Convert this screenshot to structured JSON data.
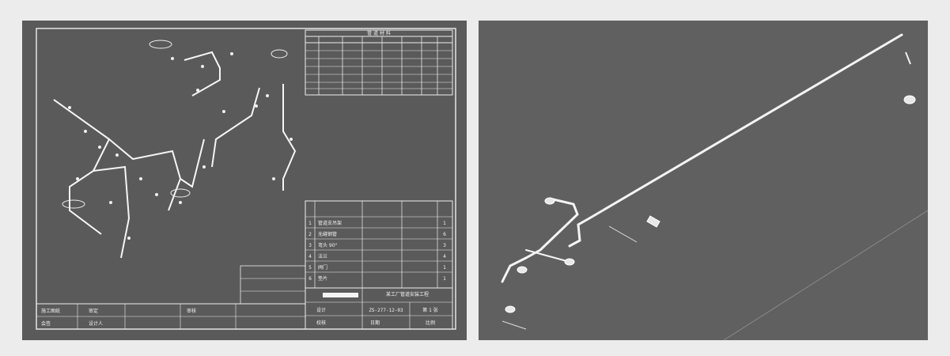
{
  "left_drawing": {
    "material_table_title": "管  道  材  料",
    "bom_rows": [
      {
        "no": "1",
        "desc": "管道支吊架",
        "qty": "1"
      },
      {
        "no": "2",
        "desc": "无缝钢管",
        "qty": "6"
      },
      {
        "no": "3",
        "desc": "弯头 90°",
        "qty": "3"
      },
      {
        "no": "4",
        "desc": "法兰",
        "qty": "4"
      },
      {
        "no": "5",
        "desc": "阀门",
        "qty": "1"
      },
      {
        "no": "6",
        "desc": "垫片",
        "qty": "1"
      }
    ],
    "title_block": {
      "project": "某工厂管道安装工程",
      "drawing_no": "ZS-277-12-03",
      "sheet": "第 1 张",
      "scale": "比例",
      "design_label": "设计",
      "check_label": "校核",
      "approve_label": "审核",
      "date_label": "日期"
    },
    "signature_block": {
      "left_top": "施工图纸",
      "left_bottom": "会签",
      "mid_top": "审定",
      "mid_bottom": "设计人"
    }
  },
  "colors": {
    "panel_bg": "#5a5a5a",
    "line": "#eeeeee",
    "page_bg": "#ececec"
  }
}
